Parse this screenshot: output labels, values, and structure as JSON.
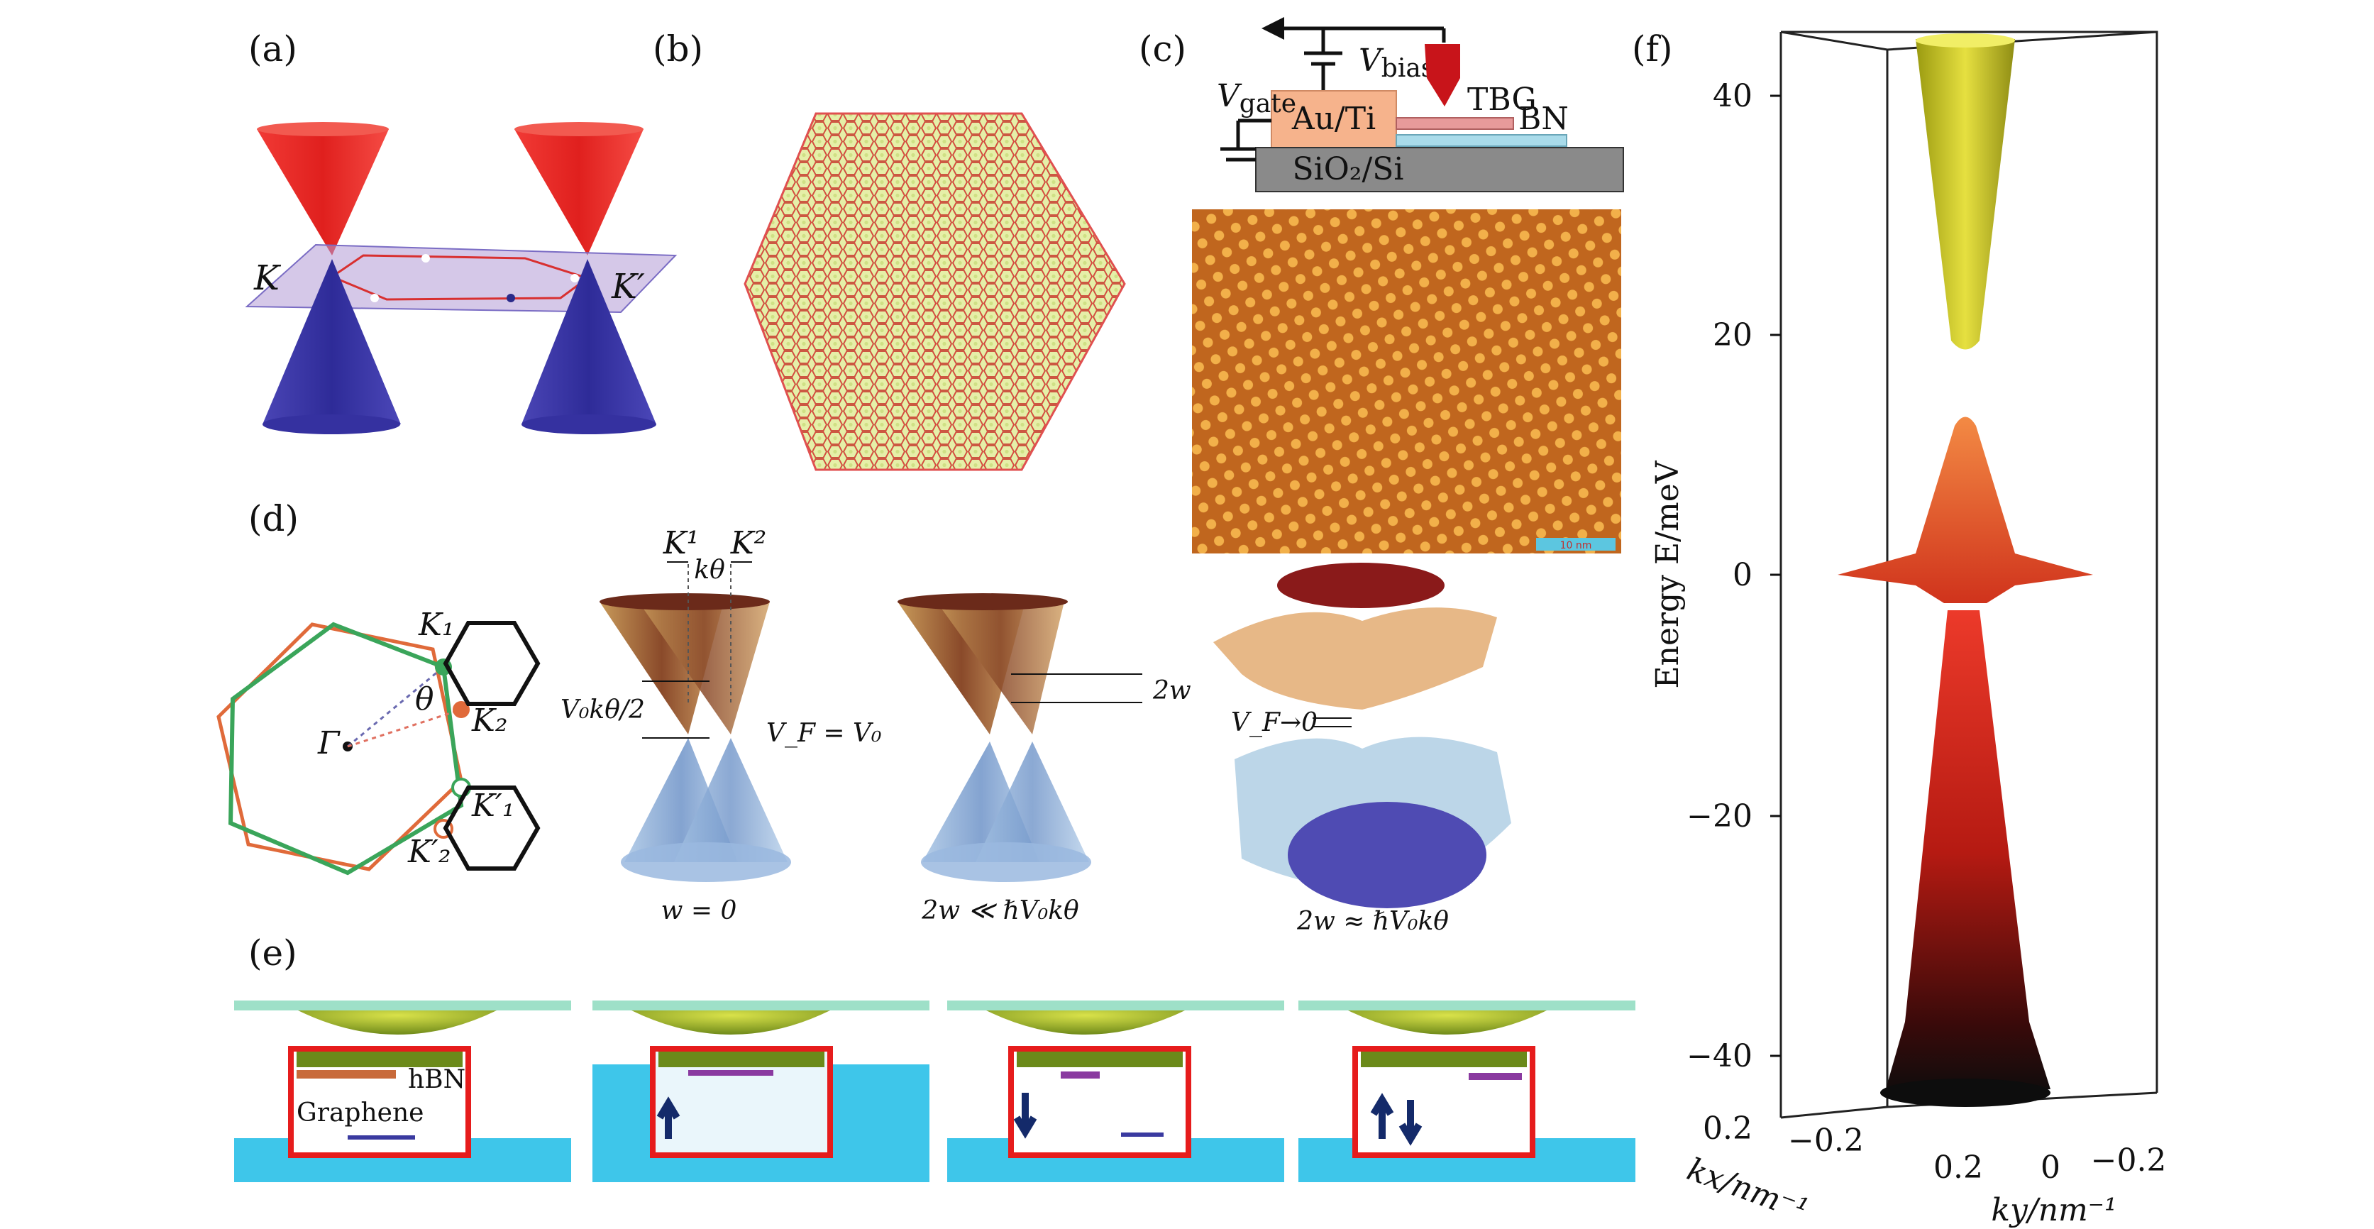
{
  "panels": {
    "a": {
      "label": "(a)",
      "K": "K",
      "Kp": "K′"
    },
    "b": {
      "label": "(b)"
    },
    "c": {
      "label": "(c)",
      "vbias": "V",
      "vbias_sub": "bias",
      "vgate": "V",
      "vgate_sub": "gate",
      "auti": "Au/Ti",
      "tbg": "TBG",
      "bn": "BN",
      "sio2": "SiO₂/Si",
      "scalebar": "10 nm"
    },
    "d": {
      "label": "(d)",
      "K1": "K₁",
      "K2": "K₂",
      "K1p": "K′₁",
      "K2p": "K′₂",
      "theta": "θ",
      "gamma": "Γ",
      "Kup1": "K¹",
      "Kup2": "K²",
      "ktheta": "kθ",
      "v0": "V₀kθ/2",
      "vf": "V_F = V₀",
      "w2": "2w",
      "vf0": "V_F→0",
      "cap1": "w = 0",
      "cap2": "2w ≪ ℏV₀kθ",
      "cap3": "2w ≈ ℏV₀kθ"
    },
    "e": {
      "label": "(e)",
      "hbn": "hBN",
      "graphene": "Graphene"
    },
    "f": {
      "label": "(f)",
      "ylabel": "Energy E/meV",
      "kx": "kx/nm⁻¹",
      "ky": "ky/nm⁻¹"
    }
  },
  "chart_data": {
    "type": "surface",
    "ylabel": "Energy E/meV",
    "xlabel": "kx/nm⁻¹",
    "zlabel": "ky/nm⁻¹",
    "yticks": [
      40,
      20,
      0,
      -20,
      -40
    ],
    "kx_ticks": [
      0.2,
      -0.2
    ],
    "ky_ticks": [
      0.2,
      0,
      -0.2
    ]
  },
  "colors": {
    "red_cone": "#e8322f",
    "blue_cone": "#3d3aa6",
    "bilayer_green": "#b6c36a",
    "stm_orange": "#d07a2a",
    "panel_f_red": "#c42015",
    "panel_f_yellow": "#c8c424",
    "substrate_cyan": "#33c7e8",
    "frame_red": "#e61c1c"
  }
}
